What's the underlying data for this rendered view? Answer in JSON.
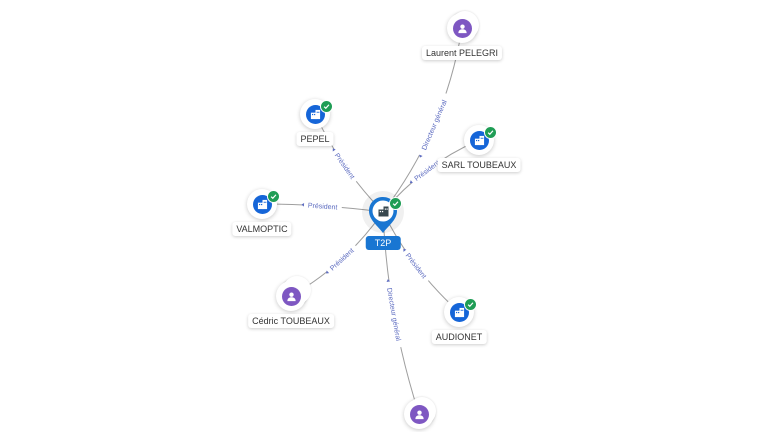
{
  "center": {
    "label": "T2P",
    "type": "company",
    "verified": true
  },
  "nodes": [
    {
      "id": "laurent",
      "label": "Laurent PELEGRI",
      "type": "person",
      "verified": false,
      "stack": 2
    },
    {
      "id": "pepel",
      "label": "PEPEL",
      "type": "company",
      "verified": true,
      "stack": 1
    },
    {
      "id": "sarl",
      "label": "SARL TOUBEAUX",
      "type": "company",
      "verified": true,
      "stack": 1
    },
    {
      "id": "valmoptic",
      "label": "VALMOPTIC",
      "type": "company",
      "verified": true,
      "stack": 1
    },
    {
      "id": "cedric",
      "label": "Cédric TOUBEAUX",
      "type": "person",
      "verified": false,
      "stack": 3
    },
    {
      "id": "audionet",
      "label": "AUDIONET",
      "type": "company",
      "verified": true,
      "stack": 1
    },
    {
      "id": "bottom",
      "label": "",
      "type": "person",
      "verified": false,
      "stack": 2
    }
  ],
  "edges": [
    {
      "to": "laurent",
      "label": "Directeur général"
    },
    {
      "to": "pepel",
      "label": "Président"
    },
    {
      "to": "sarl",
      "label": "Président"
    },
    {
      "to": "valmoptic",
      "label": "Président"
    },
    {
      "to": "cedric",
      "label": "Président"
    },
    {
      "to": "audionet",
      "label": "Président"
    },
    {
      "to": "bottom",
      "label": "Directeur général"
    }
  ],
  "icons": {
    "company": "building-icon",
    "person": "user-icon",
    "verified": "check-icon"
  },
  "colors": {
    "company": "#1565d8",
    "person": "#7e57c2",
    "verified": "#1f9d55",
    "center_label": "#1976d2",
    "edge_label": "#5c6bc0",
    "edge": "#9e9e9e"
  }
}
